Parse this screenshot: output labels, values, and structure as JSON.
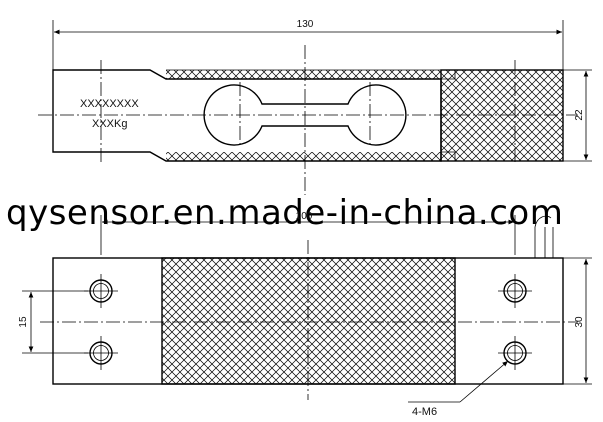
{
  "top_view": {
    "overall_length": "130",
    "height": "22",
    "capacity_marking": "XXXXXXXX",
    "capacity_unit": "XXXKg"
  },
  "watermark": "qysensor.en.made-in-china.com",
  "bottom_view": {
    "hole_spacing_label": "100",
    "hole_pitch": "15",
    "width": "30",
    "thread_spec": "4-M6"
  }
}
